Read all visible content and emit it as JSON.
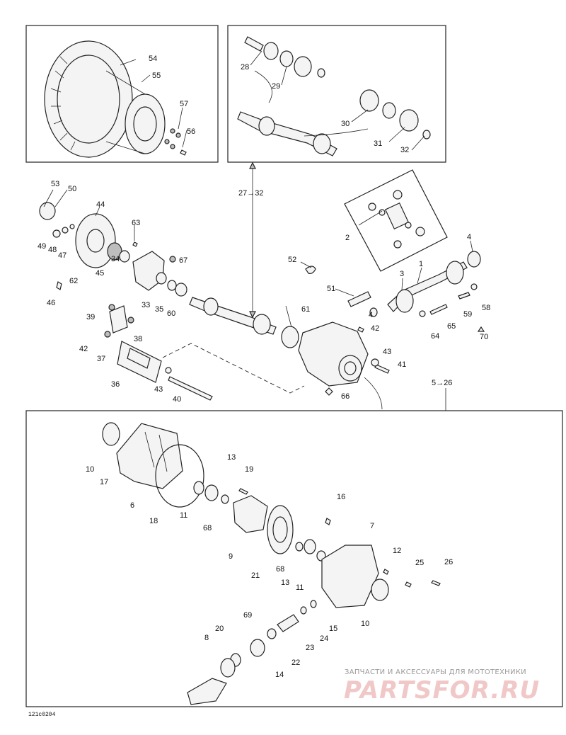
{
  "figure_code": "121c0204",
  "group_refs": {
    "shafts": "27→32",
    "differential": "5→26"
  },
  "callouts": {
    "c1": "1",
    "c2": "2",
    "c3": "3",
    "c4a": "4",
    "c4b": "4",
    "c6": "6",
    "c7": "7",
    "c8": "8",
    "c9": "9",
    "c10a": "10",
    "c10b": "10",
    "c11a": "11",
    "c11b": "11",
    "c12": "12",
    "c13a": "13",
    "c13b": "13",
    "c14": "14",
    "c15": "15",
    "c16": "16",
    "c17": "17",
    "c18": "18",
    "c19": "19",
    "c20": "20",
    "c21": "21",
    "c22": "22",
    "c23": "23",
    "c24": "24",
    "c25": "25",
    "c26": "26",
    "c28": "28",
    "c29": "29",
    "c30": "30",
    "c31": "31",
    "c32": "32",
    "c33": "33",
    "c34": "34",
    "c35": "35",
    "c36": "36",
    "c37": "37",
    "c38": "38",
    "c39": "39",
    "c40": "40",
    "c41": "41",
    "c42a": "42",
    "c42b": "42",
    "c43a": "43",
    "c43b": "43",
    "c44": "44",
    "c45": "45",
    "c46": "46",
    "c47": "47",
    "c48": "48",
    "c49": "49",
    "c50": "50",
    "c51": "51",
    "c52": "52",
    "c53": "53",
    "c54": "54",
    "c55": "55",
    "c56": "56",
    "c57": "57",
    "c58": "58",
    "c59": "59",
    "c60": "60",
    "c61": "61",
    "c62": "62",
    "c63": "63",
    "c64": "64",
    "c65": "65",
    "c66": "66",
    "c67": "67",
    "c68a": "68",
    "c68b": "68",
    "c69": "69",
    "c70": "70"
  },
  "watermark": {
    "tagline": "ЗАПЧАСТИ И АКСЕССУАРЫ ДЛЯ МОТОТЕХНИКИ",
    "site": "PARTSFOR.RU"
  }
}
